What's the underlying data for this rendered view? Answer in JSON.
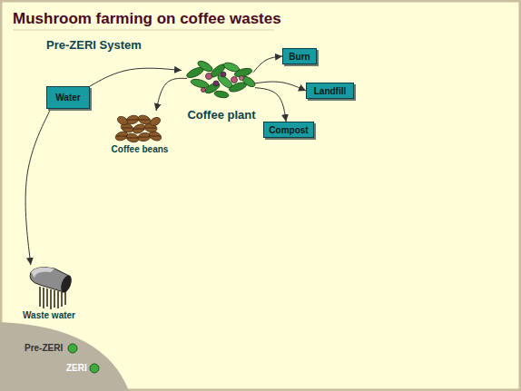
{
  "diagram": {
    "title": "Mushroom farming on coffee wastes",
    "nodes": [
      {
        "text": [
          "Water"
        ]
      },
      {
        "text": [
          "Coffee plant"
        ]
      },
      {
        "text": [
          "Burn"
        ]
      },
      {
        "text": [
          "Landfill"
        ]
      },
      {
        "text": [
          "Compost"
        ]
      },
      {
        "text": [
          "Coffee beans"
        ]
      },
      {
        "text": [
          "Waste water"
        ]
      }
    ],
    "edges": [
      {
        "from": 0,
        "to": 1,
        "arrow": "to"
      },
      {
        "from": 0,
        "to": 6,
        "arrow": "to"
      },
      {
        "from": 1,
        "to": 5,
        "arrow": "to"
      },
      {
        "from": 1,
        "to": 2,
        "arrow": "to"
      },
      {
        "from": 1,
        "to": 3,
        "arrow": "to"
      },
      {
        "from": 1,
        "to": 4,
        "arrow": "to"
      }
    ],
    "labels": [
      "Pre-ZERI System",
      "Pre-ZERI",
      "ZERI"
    ]
  }
}
